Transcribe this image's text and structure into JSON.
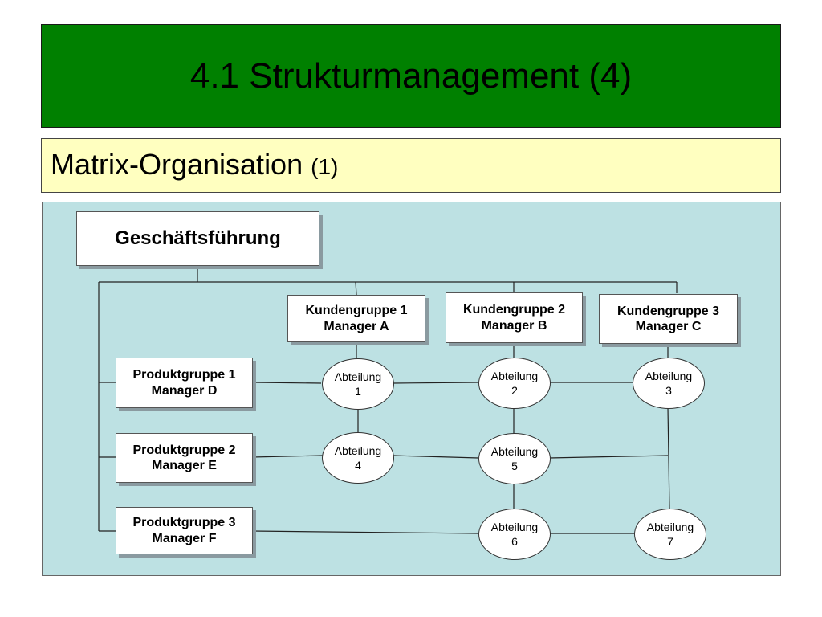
{
  "title": "4.1 Strukturmanagement (4)",
  "subtitle": {
    "main": "Matrix-Organisation",
    "paren": "(1)"
  },
  "colors": {
    "title_bg": "#008000",
    "subtitle_bg": "#ffffc0",
    "diagram_bg": "#bde1e3"
  },
  "org": {
    "ceo": "Geschäftsführung",
    "customer_groups": [
      {
        "line1": "Kundengruppe 1",
        "line2": "Manager A"
      },
      {
        "line1": "Kundengruppe 2",
        "line2": "Manager B"
      },
      {
        "line1": "Kundengruppe 3",
        "line2": "Manager C"
      }
    ],
    "product_groups": [
      {
        "line1": "Produktgruppe 1",
        "line2": "Manager D"
      },
      {
        "line1": "Produktgruppe 2",
        "line2": "Manager E"
      },
      {
        "line1": "Produktgruppe 3",
        "line2": "Manager F"
      }
    ],
    "departments": [
      {
        "label": "Abteilung",
        "num": "1"
      },
      {
        "label": "Abteilung",
        "num": "2"
      },
      {
        "label": "Abteilung",
        "num": "3"
      },
      {
        "label": "Abteilung",
        "num": "4"
      },
      {
        "label": "Abteilung",
        "num": "5"
      },
      {
        "label": "Abteilung",
        "num": "6"
      },
      {
        "label": "Abteilung",
        "num": "7"
      }
    ]
  }
}
